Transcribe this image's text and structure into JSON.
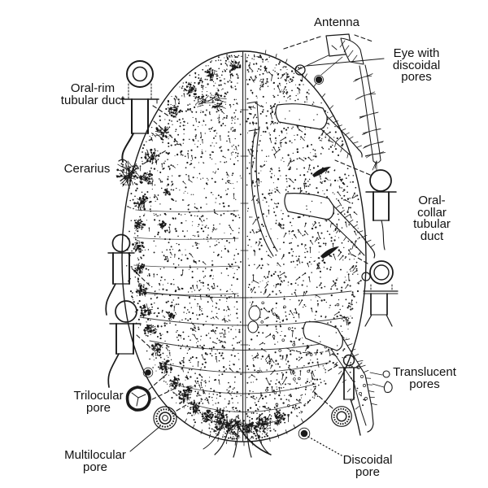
{
  "figure": {
    "colors": {
      "ink": "#1a1a1a",
      "background": "#ffffff"
    },
    "callouts": [
      {
        "id": "antenna",
        "label": "Antenna",
        "leader": "dashed"
      },
      {
        "id": "eye-with-discoidal-pores",
        "label": "Eye with\ndiscoidal pores",
        "leader": "solid"
      },
      {
        "id": "oral-rim-tubular-duct",
        "label": "Oral-rim\ntubular duct",
        "leader": "dashed"
      },
      {
        "id": "cerarius",
        "label": "Cerarius",
        "leader": "dashed"
      },
      {
        "id": "oral-collar-tubular-duct",
        "label": "Oral-collar\ntubular duct",
        "leader": "dashed"
      },
      {
        "id": "translucent-pores",
        "label": "Translucent\npores",
        "leader": "solid"
      },
      {
        "id": "trilocular-pore",
        "label": "Trilocular\npore",
        "leader": "dashed"
      },
      {
        "id": "multilocular-pore",
        "label": "Multilocular\npore",
        "leader": "solid"
      },
      {
        "id": "discoidal-pore",
        "label": "Discoidal\npore",
        "leader": "dotted"
      }
    ]
  }
}
